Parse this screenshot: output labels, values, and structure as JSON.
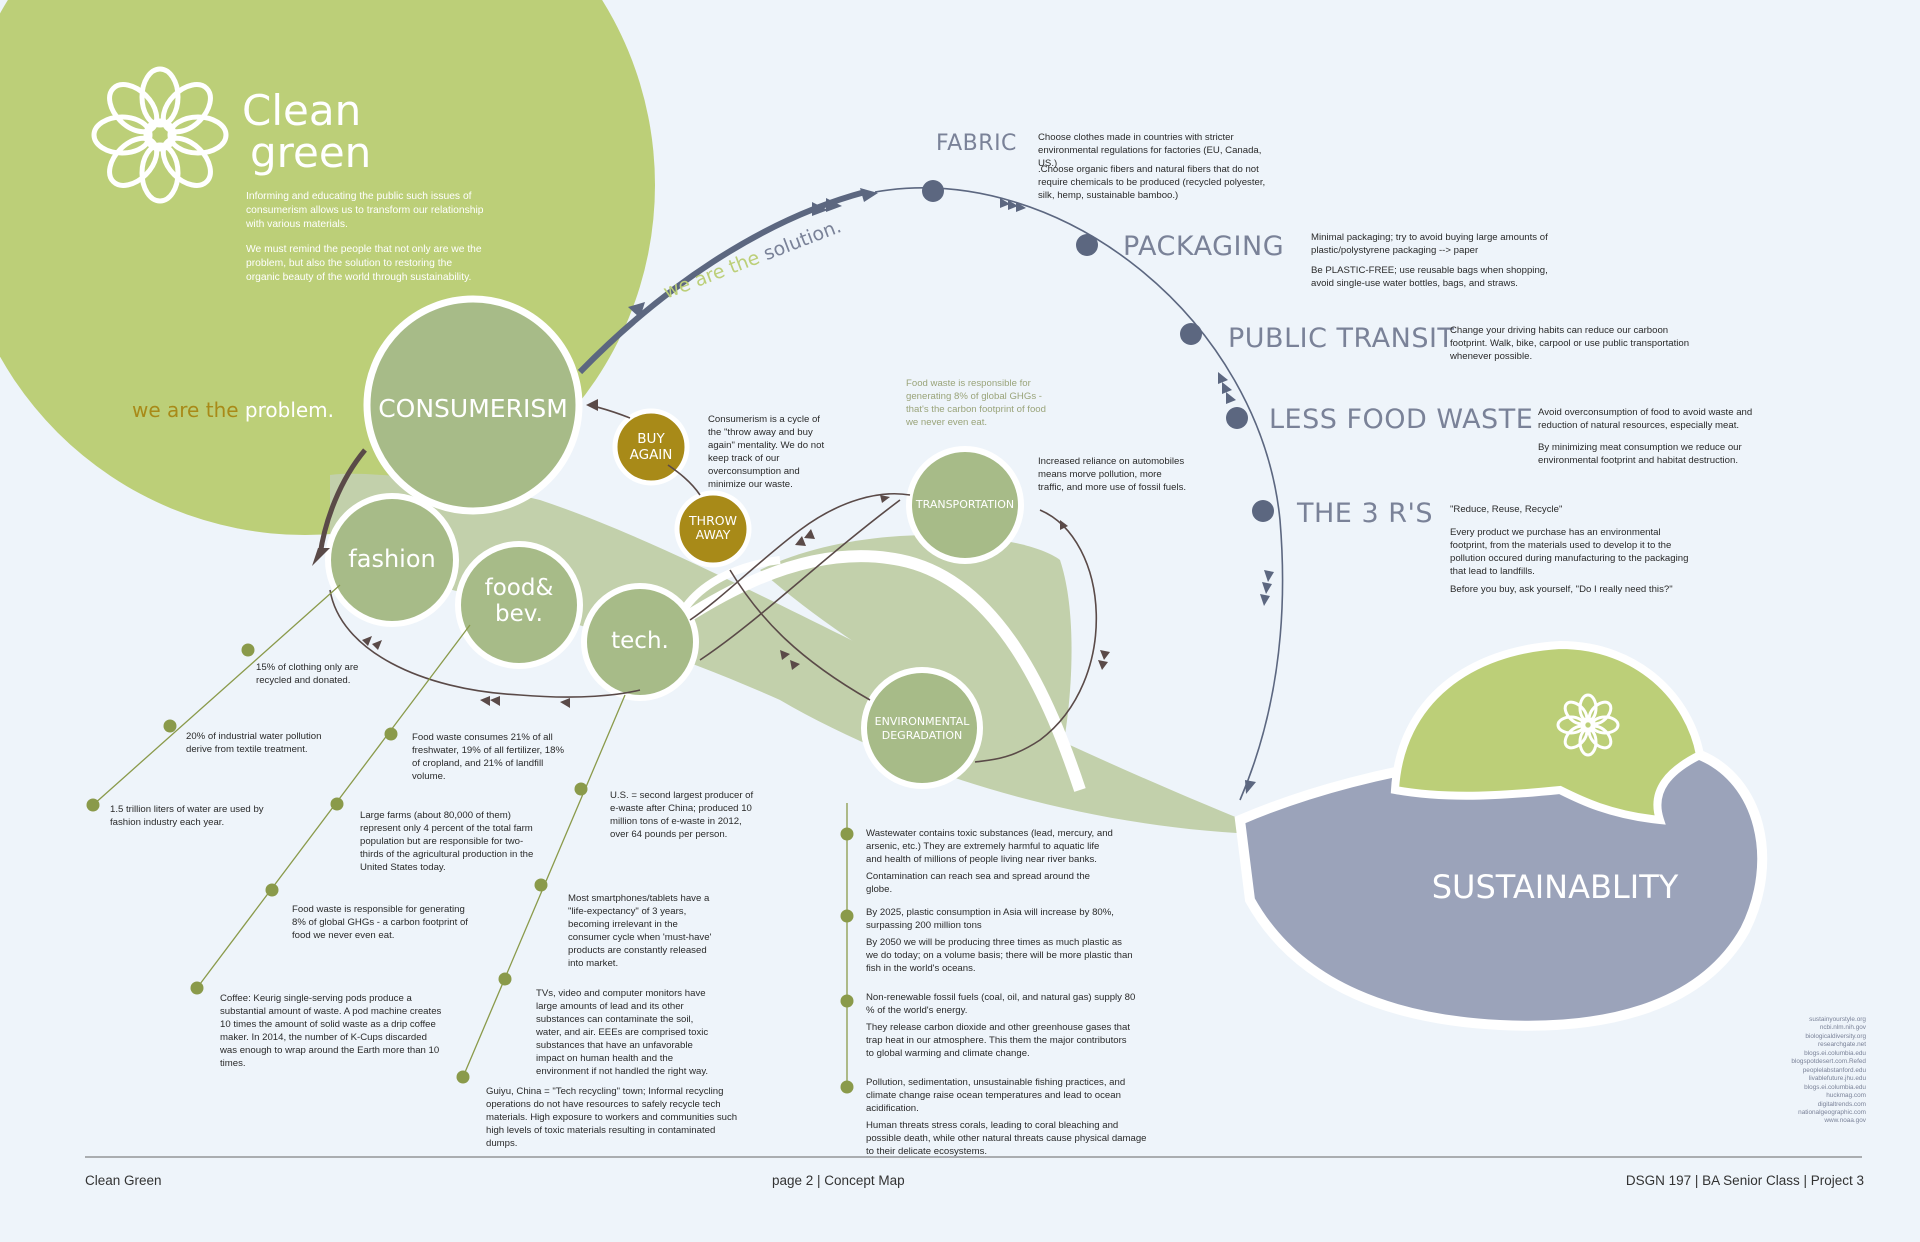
{
  "brand": {
    "title_line1": "Clean",
    "title_line2": "green",
    "intro_p1": "Informing and educating the public such issues of consumerism allows us to transform our relationship with various materials.",
    "intro_p2": "We must remind the people that not only are we the problem, but also the solution to restoring the organic beauty of the world through sustainability."
  },
  "slogans": {
    "problem_prefix": "we are the",
    "problem_word": "problem.",
    "solution_prefix": "we are the",
    "solution_word": "solution."
  },
  "nodes": {
    "consumerism": "CONSUMERISM",
    "fashion": "fashion",
    "food_line1": "food&",
    "food_line2": "bev.",
    "tech": "tech.",
    "buy_line1": "BUY",
    "buy_line2": "AGAIN",
    "throw_line1": "THROW",
    "throw_line2": "AWAY",
    "transportation": "TRANSPORTATION",
    "env_line1": "ENVIRONMENTAL",
    "env_line2": "DEGRADATION",
    "sustainability": "SUSTAINABLITY"
  },
  "consumerism_note": "Consumerism is a cycle of the \"throw away and buy again\" mentality. We do not keep track of our overconsumption and minimize our waste.",
  "food_ghg_note": "Food waste is responsible for generating 8% of global GHGs - that's the carbon footprint of food we never even eat.",
  "transport_note": "Increased reliance on automobiles means morve pollution, more traffic, and more use of fossil fuels.",
  "fashion_facts": [
    "15% of clothing only are recycled and donated.",
    "20% of industrial water pollution derive from textile treatment.",
    "1.5 trillion liters of water are used by fashion industry each year."
  ],
  "food_facts": [
    "Food waste consumes 21% of all freshwater, 19% of all fertilizer, 18% of cropland, and 21% of landfill volume.",
    "Large farms (about 80,000 of them) represent only 4 percent of the total farm population but are responsible for two-thirds of the agricultural production in the United States today.",
    "Food waste is responsible for generating 8% of global GHGs - a carbon footprint of food we never even eat.",
    "Coffee: Keurig single-serving pods produce a substantial amount of waste. A pod machine creates 10 times the amount of solid waste as a drip coffee maker. In 2014, the number of K-Cups discarded was enough to wrap around the Earth more than 10 times."
  ],
  "tech_facts": [
    "U.S. = second largest producer of e-waste after China; produced 10 million tons of e-waste in 2012, over 64 pounds per person.",
    "Most smartphones/tablets have a \"life-expectancy\" of 3 years, becoming irrelevant in the consumer cycle when 'must-have' products are constantly released into market.",
    "TVs, video and computer monitors have large amounts of lead and its other substances can contaminate the soil, water, and air. EEEs are comprised toxic substances that have an unfavorable impact on human health and the environment if not handled the right way.",
    "Guiyu, China = \"Tech recycling\" town; Informal recycling operations do not have resources to safely recycle tech materials. High exposure to workers and communities such high levels of toxic materials resulting in contaminated dumps."
  ],
  "env_facts": [
    {
      "a": "Wastewater contains toxic substances (lead, mercury, and arsenic, etc.) They are extremely harmful to aquatic life and health of  millions of people living near river banks.",
      "b": "Contamination can reach sea and spread around the globe."
    },
    {
      "a": "By 2025, plastic consumption in Asia will increase by 80%, surpassing 200 million tons",
      "b": "By 2050 we will be producing three times as much plastic as we do today; on a volume basis;  there will be more plastic than fish in the world's oceans."
    },
    {
      "a": "Non-renewable fossil fuels (coal, oil, and natural gas) supply 80 % of the world's energy.",
      "b": "They release carbon dioxide and other greenhouse gases that trap heat in our atmosphere. This  them the major contributors to global warming and climate change."
    },
    {
      "a": "Pollution, sedimentation, unsustainable fishing practices, and climate change raise ocean temperatures and lead to ocean acidification.",
      "b": "Human threats stress corals, leading to coral bleaching and possible death, while other natural threats cause physical damage to their delicate ecosystems."
    }
  ],
  "solutions": [
    {
      "name": "FABRIC",
      "p1": "Choose clothes made in countries with stricter environmental regulations for factories (EU, Canada, US.)",
      "p2": ".Choose organic fibers and natural fibers that do not require chemicals to be produced (recycled polyester, silk, hemp, sustainable bamboo.)"
    },
    {
      "name": "PACKAGING",
      "p1": "Minimal packaging; try to avoid buying large amounts of plastic/polystyrene packaging --> paper",
      "p2": "Be PLASTIC-FREE; use reusable bags when shopping, avoid single-use water bottles, bags, and straws."
    },
    {
      "name": "PUBLIC TRANSIT",
      "p1": "Change your driving habits can reduce our carboon footprint. Walk, bike, carpool or use public transportation whenever possible.",
      "p2": ""
    },
    {
      "name": "LESS FOOD WASTE",
      "p1": "Avoid overconsumption of food to avoid waste and reduction of natural resources, especially meat.",
      "p2": "By minimizing meat consumption we reduce our environmental footprint and habitat destruction."
    },
    {
      "name": "THE 3 R'S",
      "p1": "\"Reduce, Reuse, Recycle\"",
      "p2": "Every product we purchase has an environmental footprint, from the materials used to develop it to the pollution occured during manufacturing to the packaging that lead to landfills.",
      "p3": "Before you buy, ask yourself, \"Do I really need this?\""
    }
  ],
  "sources": [
    "sustainyourstyle.org",
    "ncbi.nlm.nih.gov",
    "biologicaldiversity.org",
    "researchgate.net",
    "blogs.ei.columbia.edu",
    "blogspotdesert.com.Refed",
    "peoplelabstanford.edu",
    "livablefuture.jhu.edu",
    "blogs.ei.columbia.edu",
    "huckmag.com",
    "digitaltrends.com",
    "nationalgeographic.com",
    "www.noaa.gov"
  ],
  "footer": {
    "left": "Clean Green",
    "center": "page 2  | Concept Map",
    "right": "DSGN 197 | BA Senior Class | Project 3"
  },
  "colors": {
    "green": "#bccf78",
    "sage": "#a7bb88",
    "light_sage": "#c2d0ab",
    "mustard": "#a88a18",
    "slate": "#9ba3ba",
    "navy_dot": "#5c6780",
    "arrow_brown": "#5a4a48",
    "background": "#eef4fa"
  }
}
